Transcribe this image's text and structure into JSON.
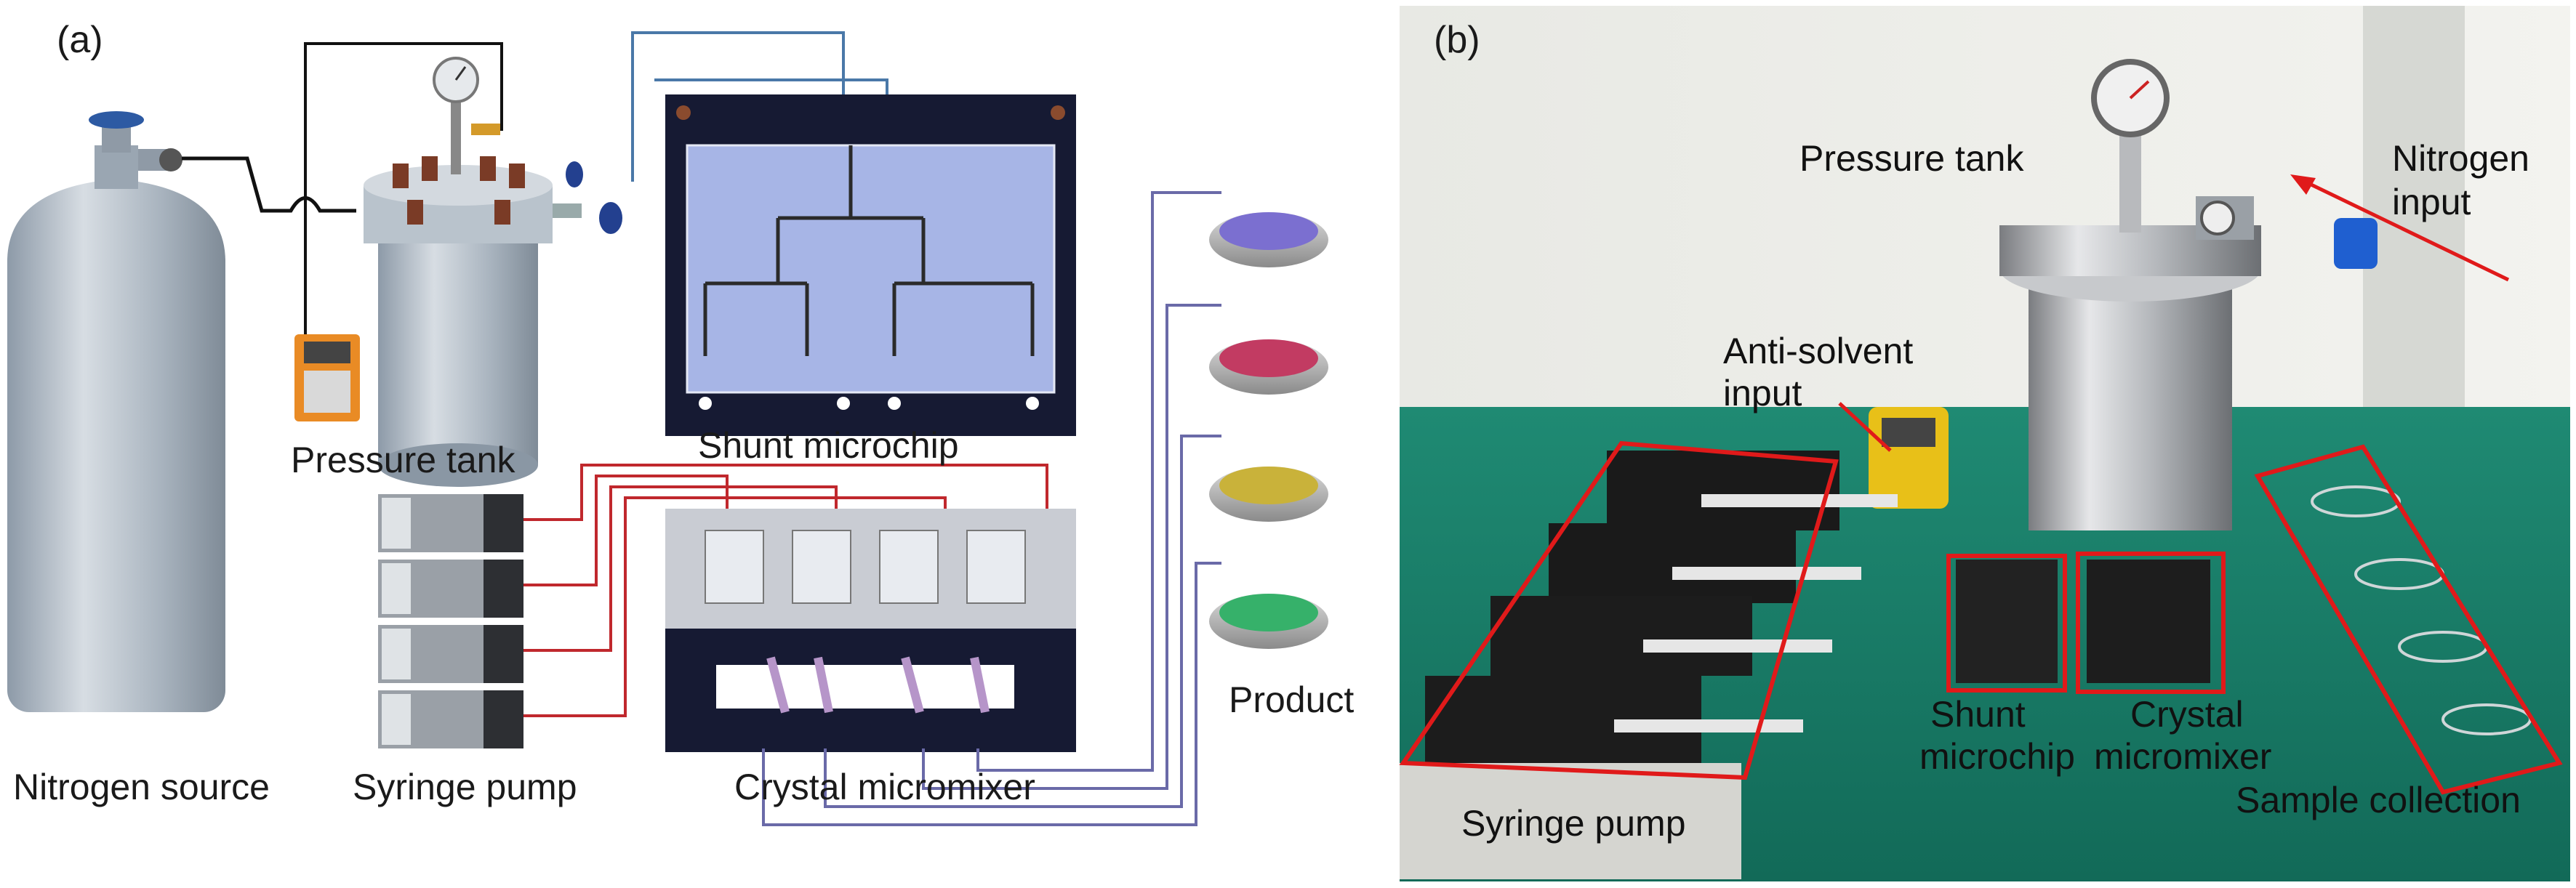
{
  "panel_a": {
    "tag": "(a)",
    "labels": {
      "nitrogen_source": "Nitrogen source",
      "pressure_tank": "Pressure tank",
      "syringe_pump": "Syringe pump",
      "shunt_microchip": "Shunt  microchip",
      "crystal_micromixer": "Crystal micromixer",
      "product": "Product"
    },
    "product_colors": [
      "#7b6fd0",
      "#c23b62",
      "#c9b23a",
      "#36b16a"
    ],
    "line_colors": {
      "nitrogen": "#111111",
      "anti_solvent": "#c0282d",
      "blue_tube": "#4a78a8"
    }
  },
  "panel_b": {
    "tag": "(b)",
    "labels": {
      "pressure_tank": "Pressure tank",
      "nitrogen_input_1": "Nitrogen",
      "nitrogen_input_2": "input",
      "anti_solvent_1": "Anti-solvent",
      "anti_solvent_2": "input",
      "syringe_pump": "Syringe pump",
      "shunt_1": "Shunt",
      "shunt_2": "microchip",
      "crystal_1": "Crystal",
      "crystal_2": "micromixer",
      "sample_collection": "Sample collection"
    },
    "highlight_color": "#e01a1a"
  }
}
